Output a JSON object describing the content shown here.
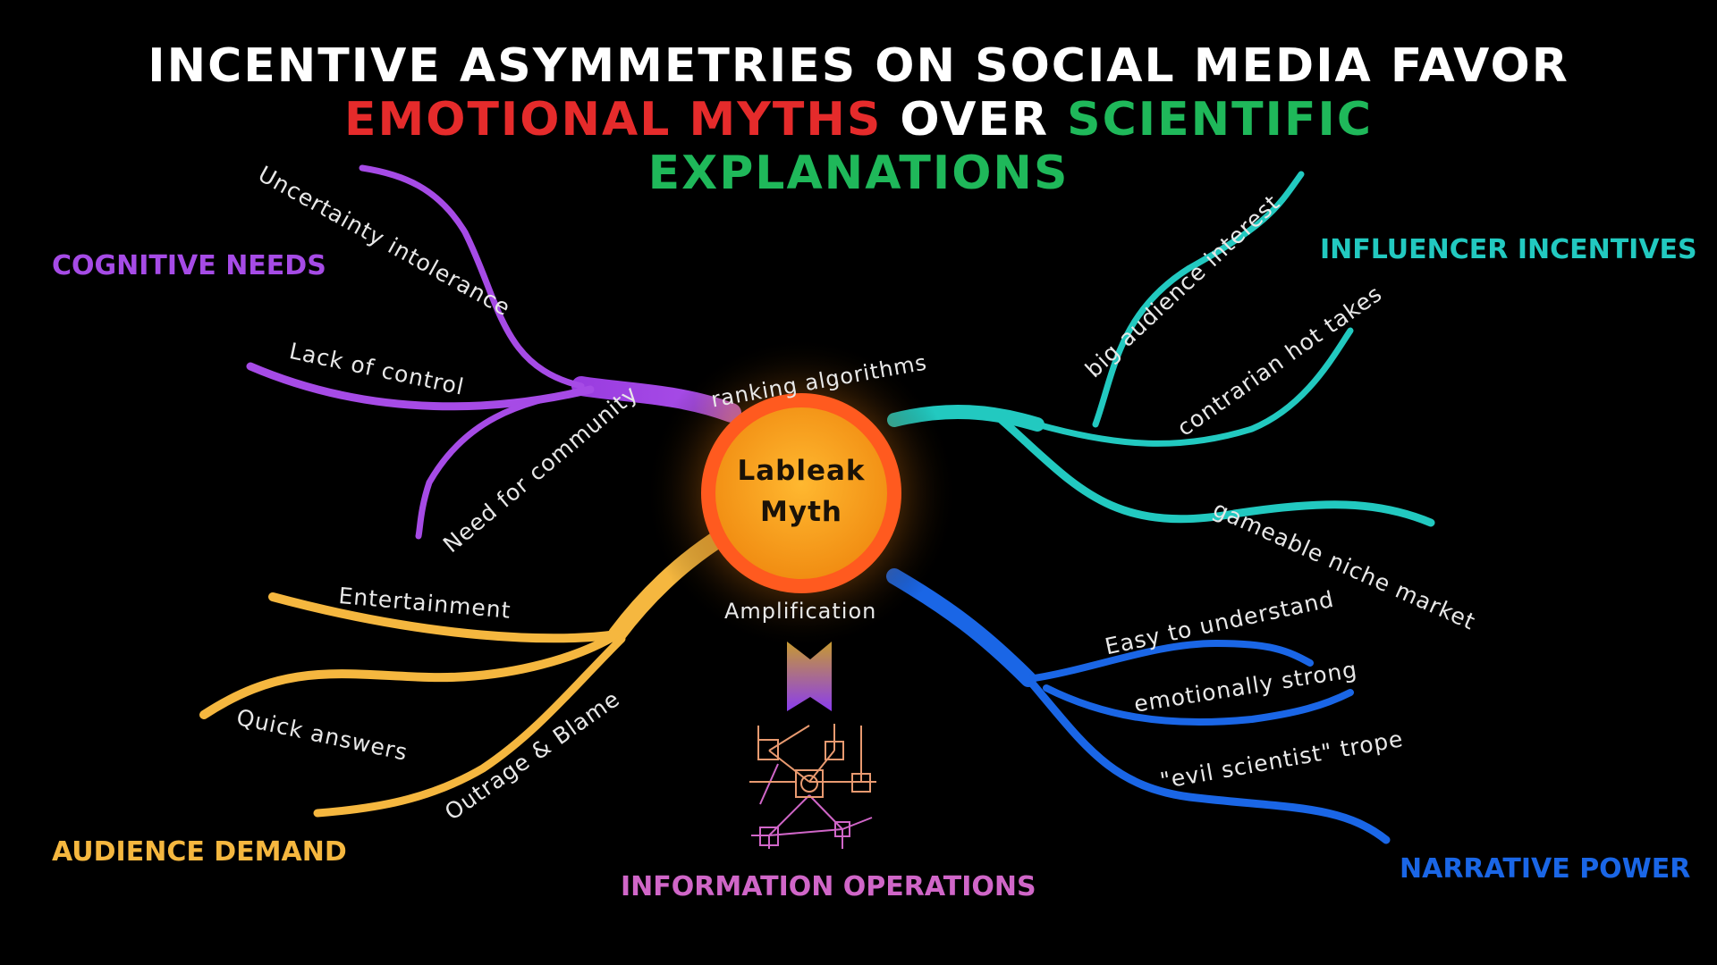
{
  "title": {
    "line1": "INCENTIVE ASYMMETRIES ON SOCIAL MEDIA FAVOR",
    "line2_a": "EMOTIONAL MYTHS",
    "line2_b": " OVER ",
    "line2_c": "SCIENTIFIC",
    "line3": "EXPLANATIONS"
  },
  "center": {
    "line1": "Lableak",
    "line2": "Myth"
  },
  "hub_labels": {
    "top": "ranking algorithms",
    "bottom": "Amplification"
  },
  "categories": {
    "cognitive": "COGNITIVE NEEDS",
    "influencer": "INFLUENCER INCENTIVES",
    "audience": "AUDIENCE DEMAND",
    "narrative": "NARRATIVE POWER",
    "info_ops": "INFORMATION OPERATIONS"
  },
  "branches": {
    "cognitive": [
      "Uncertainty intolerance",
      "Lack of control",
      "Need for community"
    ],
    "influencer": [
      "big audience interest",
      "contrarian hot takes",
      "gameable niche market"
    ],
    "audience": [
      "Entertainment",
      "Quick answers",
      "Outrage & Blame"
    ],
    "narrative": [
      "Easy to understand",
      "emotionally strong",
      "\"evil scientist\" trope"
    ]
  },
  "colors": {
    "white": "#ffffff",
    "red": "#e52b2b",
    "green": "#1fb85a",
    "purple": "#a64be6",
    "teal": "#22c9c0",
    "yellow": "#f5b73f",
    "blue": "#1a66e6",
    "pink": "#d066c8",
    "orange": "#ff5a1f"
  },
  "icons": [
    "network-icon",
    "arrow-up-icon"
  ]
}
